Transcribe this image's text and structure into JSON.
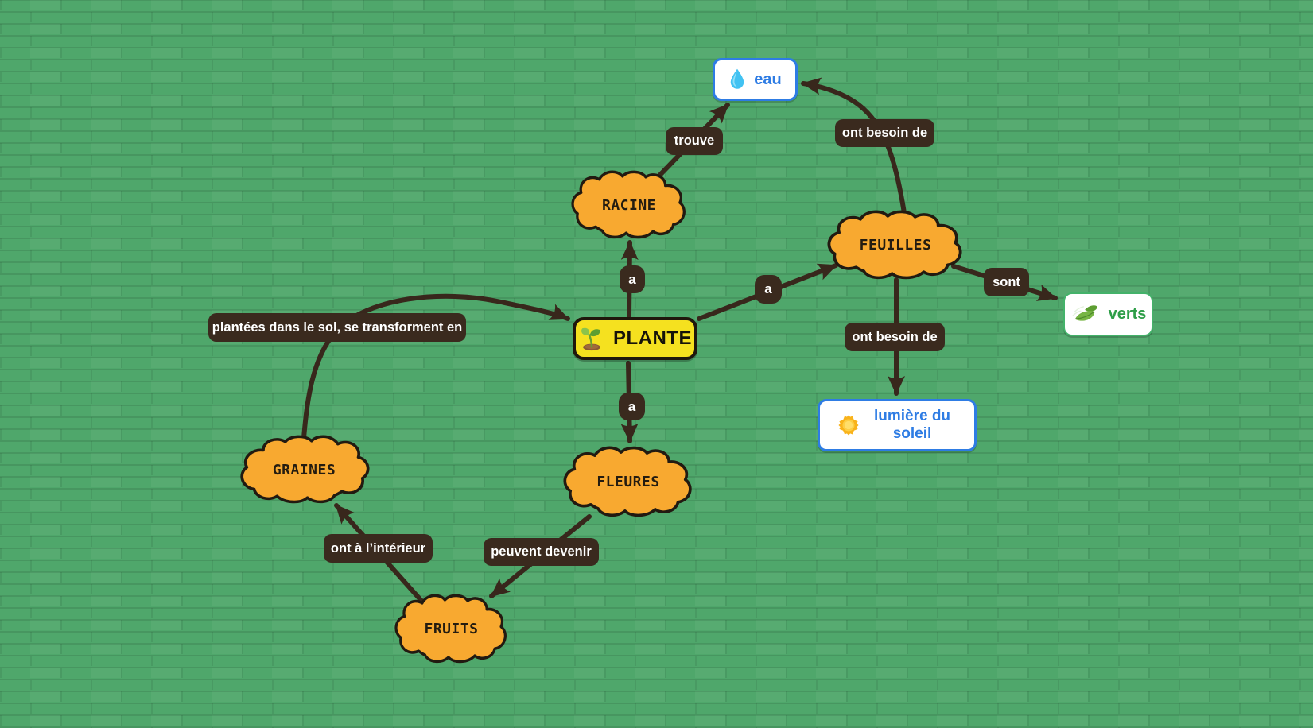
{
  "colors": {
    "bg": "#4FA76B",
    "cloud_fill": "#F8A930",
    "cloud_stroke": "#221A11",
    "label_bg": "#3A2A1E",
    "label_text": "#FFFFFF",
    "arrow": "#38271C",
    "main_fill": "#F5E11F",
    "blue": "#2E7CE4",
    "green_text": "#2E9E48",
    "green_border": "#44B26A"
  },
  "nodes": {
    "plante": {
      "label": "PLANTE",
      "icon": "seedling-icon"
    },
    "racine": {
      "label": "RACINE"
    },
    "feuilles": {
      "label": "FEUILLES"
    },
    "fleures": {
      "label": "FLEURES"
    },
    "graines": {
      "label": "GRAINES"
    },
    "fruits": {
      "label": "FRUITS"
    },
    "eau": {
      "label": "eau",
      "icon": "water-drop-icon"
    },
    "verts": {
      "label": "verts",
      "icon": "leaves-icon"
    },
    "lumiere_du_soleil": {
      "label": "lumière du soleil",
      "icon": "sun-icon"
    }
  },
  "edge_labels": {
    "trouve": "trouve",
    "ont_besoin_de_eau": "ont besoin de",
    "a_racine": "a",
    "a_feuilles": "a",
    "sont": "sont",
    "plantees": "plantées dans le sol, se transforment en",
    "ont_besoin_de_lumiere": "ont besoin de",
    "a_fleures": "a",
    "ont_a_l_interieur": "ont à l’intérieur",
    "peuvent_devenir": "peuvent devenir"
  },
  "edges": [
    {
      "from": "PLANTE",
      "to": "RACINE",
      "label": "a"
    },
    {
      "from": "RACINE",
      "to": "eau",
      "label": "trouve"
    },
    {
      "from": "FEUILLES",
      "to": "eau",
      "label": "ont besoin de"
    },
    {
      "from": "PLANTE",
      "to": "FEUILLES",
      "label": "a"
    },
    {
      "from": "FEUILLES",
      "to": "verts",
      "label": "sont"
    },
    {
      "from": "FEUILLES",
      "to": "lumière du soleil",
      "label": "ont besoin de"
    },
    {
      "from": "PLANTE",
      "to": "FLEURES",
      "label": "a"
    },
    {
      "from": "FLEURES",
      "to": "FRUITS",
      "label": "peuvent devenir"
    },
    {
      "from": "FRUITS",
      "to": "GRAINES",
      "label": "ont à l’intérieur"
    },
    {
      "from": "GRAINES",
      "to": "PLANTE",
      "label": "plantées dans le sol, se transforment en"
    }
  ]
}
